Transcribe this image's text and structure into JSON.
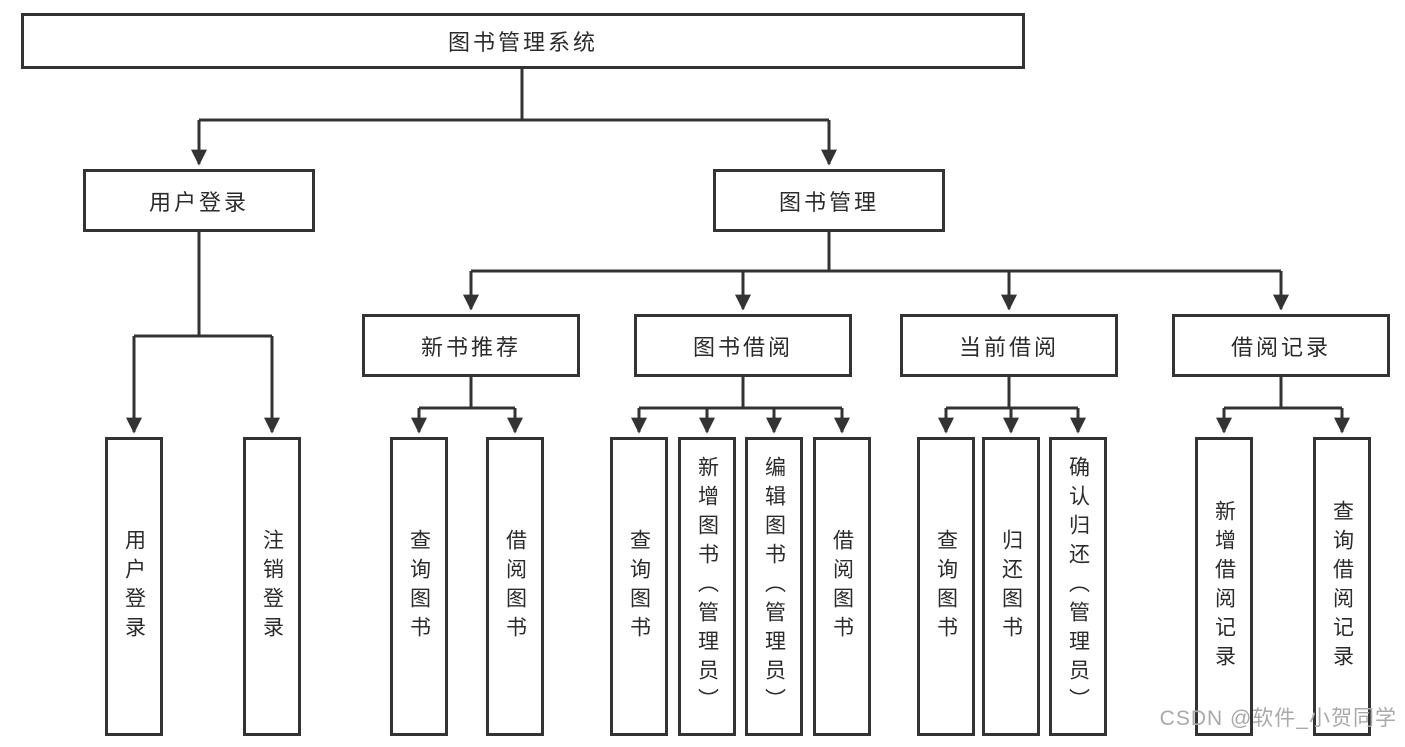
{
  "diagram": {
    "root": {
      "label": "图书管理系统"
    },
    "branches": [
      {
        "id": "user-login",
        "label": "用户登录"
      },
      {
        "id": "book-management",
        "label": "图书管理"
      }
    ],
    "modules": [
      {
        "id": "new-book-recommend",
        "label": "新书推荐"
      },
      {
        "id": "book-borrow",
        "label": "图书借阅"
      },
      {
        "id": "current-borrow",
        "label": "当前借阅"
      },
      {
        "id": "borrow-records",
        "label": "借阅记录"
      }
    ],
    "leaves": {
      "login": [
        {
          "label": "用户登录"
        },
        {
          "label": "注销登录"
        }
      ],
      "recommend": [
        {
          "label": "查询图书"
        },
        {
          "label": "借阅图书"
        }
      ],
      "borrow": [
        {
          "label": "查询图书"
        },
        {
          "label": "新增图书（管理员）"
        },
        {
          "label": "编辑图书（管理员）"
        },
        {
          "label": "借阅图书"
        }
      ],
      "current": [
        {
          "label": "查询图书"
        },
        {
          "label": "归还图书"
        },
        {
          "label": "确认归还（管理员）"
        }
      ],
      "records": [
        {
          "label": "新增借阅记录"
        },
        {
          "label": "查询借阅记录"
        }
      ]
    },
    "colors": {
      "line": "#333333",
      "text": "#2b2b2b",
      "watermark": "#a9a9a9",
      "background": "#ffffff"
    }
  },
  "watermark": {
    "text": "CSDN @软件_小贺同学"
  }
}
